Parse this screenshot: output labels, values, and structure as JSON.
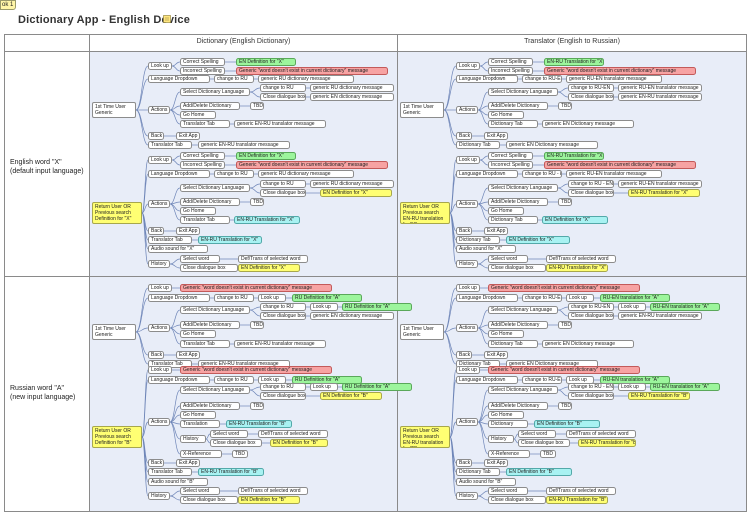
{
  "sheet_tab": "ok 1",
  "title": "Dictionary App - English Device",
  "title_icon": "note-icon",
  "columns": [
    "Dictionary (English Dictionary)",
    "Translator (English to Russian)"
  ],
  "rows": [
    {
      "label_lines": [
        "English word \"X\"",
        "(default input language)"
      ]
    },
    {
      "label_lines": [
        "Russian word \"A\"",
        "(new input language)"
      ]
    }
  ],
  "colors": {
    "green": "#9cf59c",
    "red": "#f7a3a3",
    "cyan": "#a8f2f2",
    "yellow": "#ffff73",
    "region": "#e8edf8"
  },
  "nodes": [
    {
      "t": "1st Time User Generic message",
      "root": 1
    },
    {
      "t": "Look up"
    },
    {
      "t": "Correct Spelling"
    },
    {
      "t": "EN Definition for \"X\"",
      "c": "green"
    },
    {
      "t": "Incorrect Spelling"
    },
    {
      "t": "Generic \"word doesn't exist in current dictionary\" message",
      "c": "red"
    },
    {
      "t": "Language Dropdown"
    },
    {
      "t": "change to RU"
    },
    {
      "t": "generic RU dictionary message"
    },
    {
      "t": "Actions"
    },
    {
      "t": "Select Dictionary Language"
    },
    {
      "t": "change to RU"
    },
    {
      "t": "generic RU dictionary message"
    },
    {
      "t": "Close dialogue box"
    },
    {
      "t": "generic EN dictionary message"
    },
    {
      "t": "Add/Delete Dictionary"
    },
    {
      "t": "TBD"
    },
    {
      "t": "Go Home"
    },
    {
      "t": "Translator Tab"
    },
    {
      "t": "generic EN-RU translator message"
    },
    {
      "t": "Back"
    },
    {
      "t": "Exit App"
    },
    {
      "t": "Translator Tab"
    },
    {
      "t": "generic EN-RU translator message"
    },
    {
      "t": "Return User OR Previous search Definition for \"X\"",
      "root": 1,
      "c": "yellow"
    },
    {
      "t": "Look up"
    },
    {
      "t": "Correct Spelling"
    },
    {
      "t": "EN Definition for \"X\"",
      "c": "green"
    },
    {
      "t": "Incorrect Spelling"
    },
    {
      "t": "Generic \"word doesn't exist in current dictionary\" message",
      "c": "red"
    },
    {
      "t": "Language Dropdown"
    },
    {
      "t": "change to RU"
    },
    {
      "t": "generic RU dictionary message"
    },
    {
      "t": "Actions"
    },
    {
      "t": "Select Dictionary Language"
    },
    {
      "t": "change to RU"
    },
    {
      "t": "generic RU dictionary message"
    },
    {
      "t": "Close dialogue box"
    },
    {
      "t": "EN Definition for \"X\"",
      "c": "yellow"
    },
    {
      "t": "Add/Delete Dictionary"
    },
    {
      "t": "TBD"
    },
    {
      "t": "Go Home"
    },
    {
      "t": "Translator Tab"
    },
    {
      "t": "EN-RU Translation for \"X\"",
      "c": "cyan"
    },
    {
      "t": "Back"
    },
    {
      "t": "Exit App"
    },
    {
      "t": "Translator Tab"
    },
    {
      "t": "EN-RU Translation for \"X\"",
      "c": "cyan"
    },
    {
      "t": "Audio sound for \"X\""
    },
    {
      "t": "History"
    },
    {
      "t": "Select word"
    },
    {
      "t": "Def/Trans of selected word"
    },
    {
      "t": "Close dialogue box"
    },
    {
      "t": "EN Definition for \"X\"",
      "c": "yellow"
    },
    {
      "t": "1st Time User Generic message",
      "root": 1
    },
    {
      "t": "Look up"
    },
    {
      "t": "Correct Spelling"
    },
    {
      "t": "EN-RU Translation for \"X\"",
      "c": "green"
    },
    {
      "t": "Incorrect Spelling"
    },
    {
      "t": "Generic \"word doesn't exist in current dictionary\" message",
      "c": "red"
    },
    {
      "t": "Language Dropdown"
    },
    {
      "t": "change to RU-EN"
    },
    {
      "t": "generic RU-EN translator message"
    },
    {
      "t": "Actions"
    },
    {
      "t": "Select Dictionary Language"
    },
    {
      "t": "change to RU-EN"
    },
    {
      "t": "generic RU-EN translator message"
    },
    {
      "t": "Close dialogue box"
    },
    {
      "t": "generic EN-RU translator message"
    },
    {
      "t": "Add/Delete Dictionary"
    },
    {
      "t": "TBD"
    },
    {
      "t": "Go Home"
    },
    {
      "t": "Dictionary Tab"
    },
    {
      "t": "generic EN Dictionary message"
    },
    {
      "t": "Back"
    },
    {
      "t": "Exit App"
    },
    {
      "t": "Dictionary Tab"
    },
    {
      "t": "generic EN Dictionary message"
    },
    {
      "t": "Return User OR Previous search EN-RU translation for \"X\"",
      "root": 1,
      "c": "yellow"
    },
    {
      "t": "Look up"
    },
    {
      "t": "Correct Spelling"
    },
    {
      "t": "EN-RU Translation for \"X\"",
      "c": "green"
    },
    {
      "t": "Incorrect Spelling"
    },
    {
      "t": "Generic \"word doesn't exist in current dictionary\" message",
      "c": "red"
    },
    {
      "t": "Language Dropdown"
    },
    {
      "t": "change to RU - EN"
    },
    {
      "t": "generic RU-EN translator message"
    },
    {
      "t": "Actions"
    },
    {
      "t": "Select Dictionary Language"
    },
    {
      "t": "change to RU - EN"
    },
    {
      "t": "generic RU-EN translator message"
    },
    {
      "t": "Close dialogue box"
    },
    {
      "t": "EN-RU Translation for \"X\"",
      "c": "yellow"
    },
    {
      "t": "Add/Delete Dictionary"
    },
    {
      "t": "TBD"
    },
    {
      "t": "Go Home"
    },
    {
      "t": "Dictionary Tab"
    },
    {
      "t": "EN Definition for \"X\"",
      "c": "cyan"
    },
    {
      "t": "Back"
    },
    {
      "t": "Exit App"
    },
    {
      "t": "Dictionary Tab"
    },
    {
      "t": "EN Definition for \"X\"",
      "c": "cyan"
    },
    {
      "t": "Audio sound for \"X\""
    },
    {
      "t": "History"
    },
    {
      "t": "Select word"
    },
    {
      "t": "Def/Trans of selected word"
    },
    {
      "t": "Close dialogue box"
    },
    {
      "t": "EN-RU Translation for \"X\"",
      "c": "yellow"
    },
    {
      "t": "1st Time User Generic message",
      "root": 1
    },
    {
      "t": "Look up"
    },
    {
      "t": "Generic \"word doesn't exist in current dictionary\" message",
      "c": "red"
    },
    {
      "t": "Language Dropdown"
    },
    {
      "t": "change to RU"
    },
    {
      "t": "Look up"
    },
    {
      "t": "RU Definition for \"A\"",
      "c": "green"
    },
    {
      "t": "Actions"
    },
    {
      "t": "Select Dictionary Language"
    },
    {
      "t": "change to RU"
    },
    {
      "t": "Look up"
    },
    {
      "t": "RU Definition for \"A\"",
      "c": "green"
    },
    {
      "t": "Close dialogue box"
    },
    {
      "t": "generic EN dictionary message"
    },
    {
      "t": "Add/Delete Dictionary"
    },
    {
      "t": "TBD"
    },
    {
      "t": "Go Home"
    },
    {
      "t": "Translator Tab"
    },
    {
      "t": "generic EN-RU translator message"
    },
    {
      "t": "Back"
    },
    {
      "t": "Exit App"
    },
    {
      "t": "Translator Tab"
    },
    {
      "t": "generic EN-RU translator message"
    },
    {
      "t": "Return User OR Previous search Definition for \"B\"",
      "root": 1,
      "c": "yellow"
    },
    {
      "t": "Look up"
    },
    {
      "t": "Generic \"word doesn't exist in current dictionary\" message",
      "c": "red"
    },
    {
      "t": "Language Dropdown"
    },
    {
      "t": "change to RU"
    },
    {
      "t": "Look up"
    },
    {
      "t": "RU Definition for \"A\"",
      "c": "green"
    },
    {
      "t": "Actions"
    },
    {
      "t": "Select Dictionary Language"
    },
    {
      "t": "change to RU"
    },
    {
      "t": "Look up"
    },
    {
      "t": "RU Definition for \"A\"",
      "c": "green"
    },
    {
      "t": "Close dialogue box"
    },
    {
      "t": "EN Definition for \"B\"",
      "c": "yellow"
    },
    {
      "t": "Add/Delete Dictionary"
    },
    {
      "t": "TBD"
    },
    {
      "t": "Go Home"
    },
    {
      "t": "Translation"
    },
    {
      "t": "EN-RU Translation for \"B\"",
      "c": "cyan"
    },
    {
      "t": "History"
    },
    {
      "t": "Select word"
    },
    {
      "t": "Def/Trans of selected word"
    },
    {
      "t": "Close dialogue box"
    },
    {
      "t": "EN Definition for \"B\"",
      "c": "yellow"
    },
    {
      "t": "X-Reference"
    },
    {
      "t": "TBD"
    },
    {
      "t": "Back"
    },
    {
      "t": "Exit App"
    },
    {
      "t": "Translator Tab"
    },
    {
      "t": "EN-RU Translation for \"B\"",
      "c": "cyan"
    },
    {
      "t": "Audio sound for \"B\""
    },
    {
      "t": "History"
    },
    {
      "t": "Select word"
    },
    {
      "t": "Def/Trans of selected word"
    },
    {
      "t": "Close dialogue box"
    },
    {
      "t": "EN Definition for \"B\"",
      "c": "yellow"
    },
    {
      "t": "1st Time User Generic message",
      "root": 1
    },
    {
      "t": "Look up"
    },
    {
      "t": "Generic \"word doesn't exist in current dictionary\" message",
      "c": "red"
    },
    {
      "t": "Language Dropdown"
    },
    {
      "t": "change to RU-EN"
    },
    {
      "t": "Look up"
    },
    {
      "t": "RU-EN translation for \"A\"",
      "c": "green"
    },
    {
      "t": "Actions"
    },
    {
      "t": "Select Dictionary Language"
    },
    {
      "t": "change to RU-EN"
    },
    {
      "t": "Look up"
    },
    {
      "t": "RU-EN translation for \"A\"",
      "c": "green"
    },
    {
      "t": "Close dialogue box"
    },
    {
      "t": "generic EN-RU translator message"
    },
    {
      "t": "Add/Delete Dictionary"
    },
    {
      "t": "TBD"
    },
    {
      "t": "Go Home"
    },
    {
      "t": "Dictionary Tab"
    },
    {
      "t": "generic EN Dictionary message"
    },
    {
      "t": "Back"
    },
    {
      "t": "Exit App"
    },
    {
      "t": "Dictionary Tab"
    },
    {
      "t": "generic EN Dictionary message"
    },
    {
      "t": "Return User OR Previous search EN-RU translation for \"B\"",
      "root": 1,
      "c": "yellow"
    },
    {
      "t": "Look up"
    },
    {
      "t": "Generic \"word doesn't exist in current dictionary\" message",
      "c": "red"
    },
    {
      "t": "Language Dropdown"
    },
    {
      "t": "change to RU-EN"
    },
    {
      "t": "Look up"
    },
    {
      "t": "RU-EN translation for \"A\"",
      "c": "green"
    },
    {
      "t": "Actions"
    },
    {
      "t": "Select Dictionary Language"
    },
    {
      "t": "change to RU - EN"
    },
    {
      "t": "Look up"
    },
    {
      "t": "RU-EN translation for \"A\"",
      "c": "green"
    },
    {
      "t": "Close dialogue box"
    },
    {
      "t": "EN-RU Translation for \"B\"",
      "c": "yellow"
    },
    {
      "t": "Add/Delete Dictionary"
    },
    {
      "t": "TBD"
    },
    {
      "t": "Go Home"
    },
    {
      "t": "Dictionary"
    },
    {
      "t": "EN Definition for \"B\"",
      "c": "cyan"
    },
    {
      "t": "History"
    },
    {
      "t": "Select word"
    },
    {
      "t": "Def/Trans of selected word"
    },
    {
      "t": "Close dialogue box"
    },
    {
      "t": "EN-RU Translation for \"B\"",
      "c": "yellow"
    },
    {
      "t": "X-Reference"
    },
    {
      "t": "TBD"
    },
    {
      "t": "Back"
    },
    {
      "t": "Exit App"
    },
    {
      "t": "Dictionary Tab"
    },
    {
      "t": "EN Definition for \"B\"",
      "c": "cyan"
    },
    {
      "t": "Audio sound for \"B\""
    },
    {
      "t": "History"
    },
    {
      "t": "Select word"
    },
    {
      "t": "Def/Trans of selected word"
    },
    {
      "t": "Close dialogue box"
    },
    {
      "t": "EN-RU Translation for \"B\"",
      "c": "yellow"
    }
  ]
}
